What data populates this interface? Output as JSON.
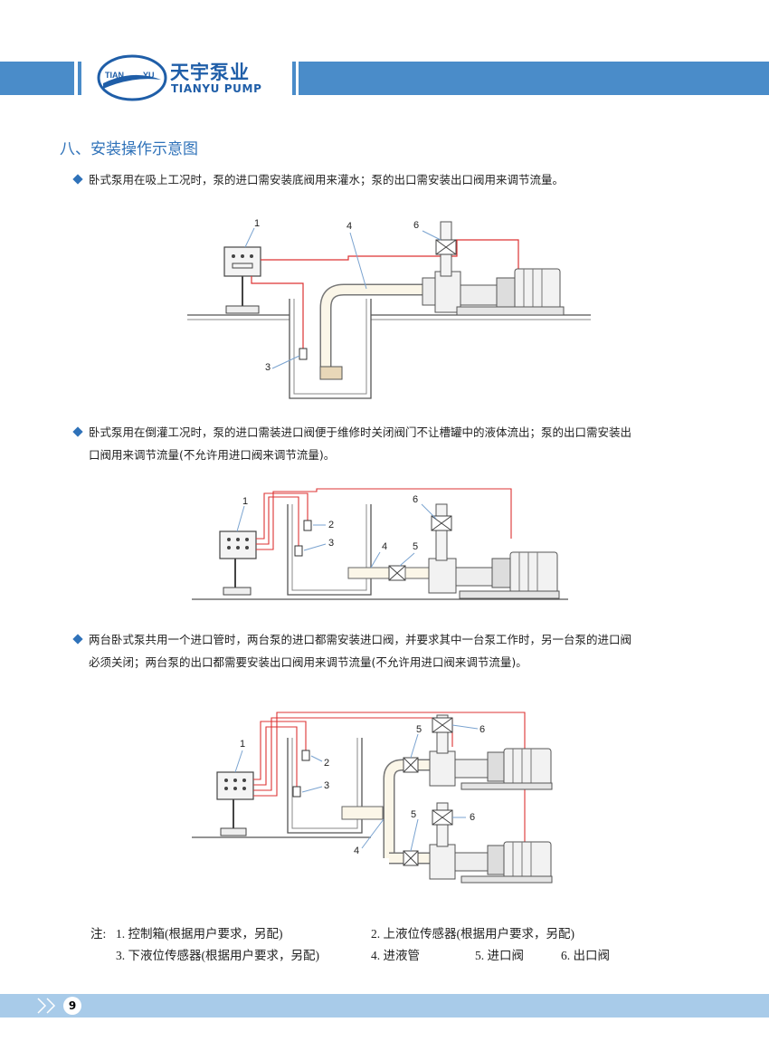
{
  "header": {
    "logo_ring_text_left": "TIAN",
    "logo_ring_text_right": "YU",
    "brand_cn": "天宇泵业",
    "brand_en": "TIANYU PUMP",
    "brand_color": "#1f5ea8",
    "bar_color": "#4a8cc9"
  },
  "section": {
    "title": "八、安装操作示意图"
  },
  "bullets": [
    {
      "line1": "卧式泵用在吸上工况时，泵的进口需安装底阀用来灌水；泵的出口需安装出口阀用来调节流量。"
    },
    {
      "line1": "卧式泵用在倒灌工况时，泵的进口需装进口阀便于维修时关闭阀门不让槽罐中的液体流出；泵的出口需安装出",
      "line2": "口阀用来调节流量(不允许用进口阀来调节流量)。"
    },
    {
      "line1": "两台卧式泵共用一个进口管时，两台泵的进口都需安装进口阀，并要求其中一台泵工作时，另一台泵的进口阀",
      "line2": "必须关闭；两台泵的出口都需要安装出口阀用来调节流量(不允许用进口阀来调节流量)。"
    }
  ],
  "diagrams": {
    "d1": {
      "l1": "1",
      "l3": "3",
      "l4": "4",
      "l6": "6"
    },
    "d2": {
      "l1": "1",
      "l2": "2",
      "l3": "3",
      "l4": "4",
      "l5": "5",
      "l6": "6"
    },
    "d3": {
      "l1": "1",
      "l2": "2",
      "l3": "3",
      "l4": "4",
      "l5a": "5",
      "l6a": "6",
      "l5b": "5",
      "l6b": "6"
    }
  },
  "notes": {
    "prefix": "注:",
    "items": [
      "1.  控制箱(根据用户要求，另配)",
      "2.  上液位传感器(根据用户要求，另配)",
      "3.  下液位传感器(根据用户要求，另配)",
      "4.  进液管",
      "5.  进口阀",
      "6.  出口阀"
    ]
  },
  "footer": {
    "page_number": "9"
  }
}
